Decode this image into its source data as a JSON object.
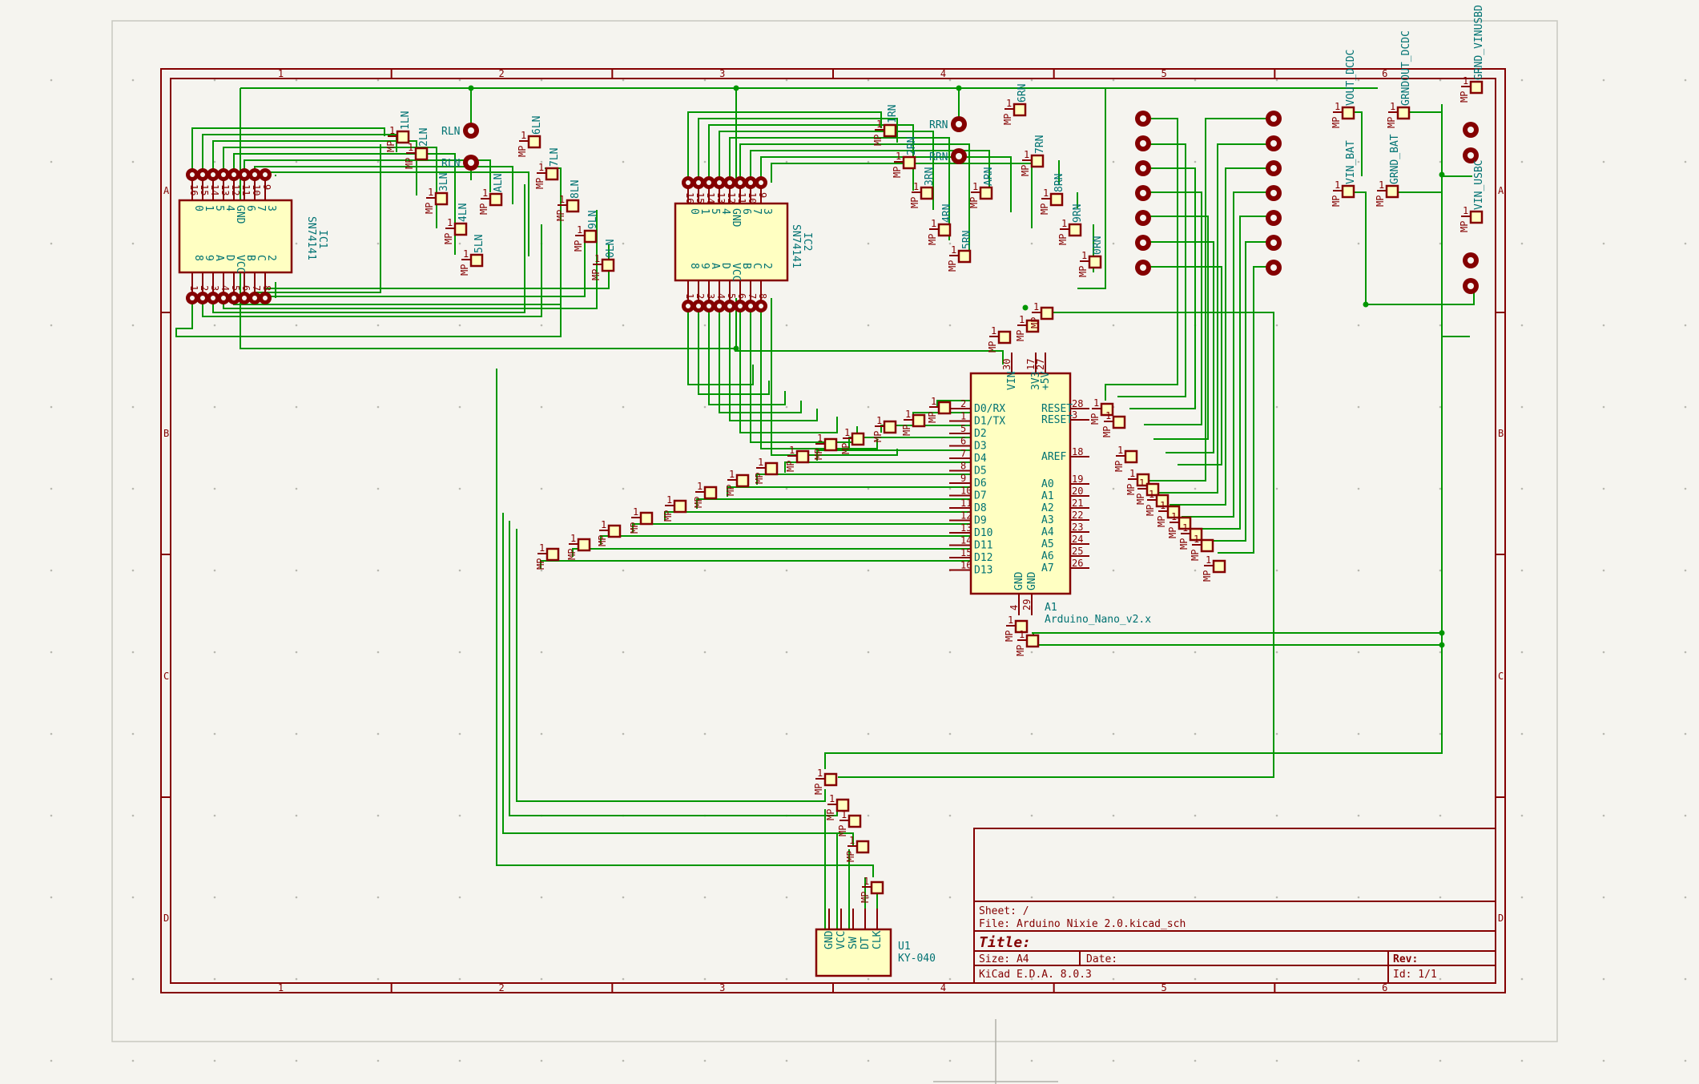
{
  "title_block": {
    "sheet_label": "Sheet: /",
    "file_label": "File: Arduino Nixie 2.0.kicad_sch",
    "title_label": "Title:",
    "size_label": "Size: A4",
    "date_label": "Date:",
    "rev_label": "Rev:",
    "tool_label": "KiCad E.D.A. 8.0.3",
    "id_label": "Id: 1/1"
  },
  "zones": {
    "columns": [
      "1",
      "2",
      "3",
      "4",
      "5",
      "6"
    ],
    "rows": [
      "A",
      "B",
      "C",
      "D"
    ]
  },
  "ic1": {
    "value": "SN74141",
    "ref": "IC1",
    "top_pins": [
      "0",
      "1",
      "5",
      "4",
      "GND",
      "6",
      "7",
      "3"
    ],
    "bottom_pins": [
      "8",
      "9",
      "A",
      "D",
      "VCC",
      "B",
      "C",
      "2"
    ],
    "top_nums": [
      "16",
      "15",
      "14",
      "13",
      "12",
      "11",
      "10",
      "9"
    ],
    "bottom_nums": [
      "1",
      "2",
      "3",
      "4",
      "5",
      "6",
      "7",
      "8"
    ]
  },
  "ic2": {
    "value": "SN74141",
    "ref": "IC2",
    "top_pins": [
      "0",
      "1",
      "5",
      "4",
      "GND",
      "6",
      "7",
      "3"
    ],
    "bottom_pins": [
      "8",
      "9",
      "A",
      "D",
      "VCC",
      "B",
      "C",
      "2"
    ],
    "top_nums": [
      "16",
      "15",
      "14",
      "13",
      "12",
      "11",
      "10",
      "9"
    ],
    "bottom_nums": [
      "1",
      "2",
      "3",
      "4",
      "5",
      "6",
      "7",
      "8"
    ]
  },
  "arduino": {
    "ref": "A1",
    "value": "Arduino_Nano_v2.x",
    "left_pins": [
      "D0/RX",
      "D1/TX",
      "D2",
      "D3",
      "D4",
      "D5",
      "D6",
      "D7",
      "D8",
      "D9",
      "D10",
      "D11",
      "D12",
      "D13"
    ],
    "left_nums": [
      "2",
      "1",
      "5",
      "6",
      "7",
      "8",
      "9",
      "10",
      "11",
      "12",
      "13",
      "14",
      "15",
      "16"
    ],
    "right_pins": [
      "RESET",
      "RESET",
      "AREF",
      "A0",
      "A1",
      "A2",
      "A3",
      "A4",
      "A5",
      "A6",
      "A7"
    ],
    "right_nums": [
      "28",
      "3",
      "18",
      "19",
      "20",
      "21",
      "22",
      "23",
      "24",
      "25",
      "26"
    ],
    "top_pins": [
      "VIN",
      "3V3",
      "+5V"
    ],
    "top_nums": [
      "30",
      "17",
      "27"
    ],
    "bottom_pins": [
      "GND",
      "GND"
    ],
    "bottom_nums": [
      "4",
      "29"
    ]
  },
  "encoder": {
    "ref": "U1",
    "value": "KY-040",
    "pins": [
      "GND",
      "VCC",
      "SW",
      "DT",
      "CLK"
    ]
  },
  "connector_labels": {
    "left_nixie": [
      "1LN",
      "2LN",
      "3LN",
      "4LN",
      "5LN",
      "6LN",
      "7LN",
      "8LN",
      "9LN",
      "0LN",
      "ALN"
    ],
    "right_nixie": [
      "1RN",
      "2RN",
      "3RN",
      "4RN",
      "5RN",
      "6RN",
      "7RN",
      "8RN",
      "9RN",
      "0RN",
      "ARN"
    ],
    "rln": [
      "RLN",
      "RLN"
    ],
    "rrn": [
      "RRN",
      "RRN"
    ],
    "power": [
      "VOUT_DCDC",
      "GRNDOUT_DCDC",
      "GRND_VINUSBD",
      "VIN_BAT",
      "GRND_BAT",
      "VIN_USBC"
    ],
    "mp": "MP",
    "one": "1"
  }
}
